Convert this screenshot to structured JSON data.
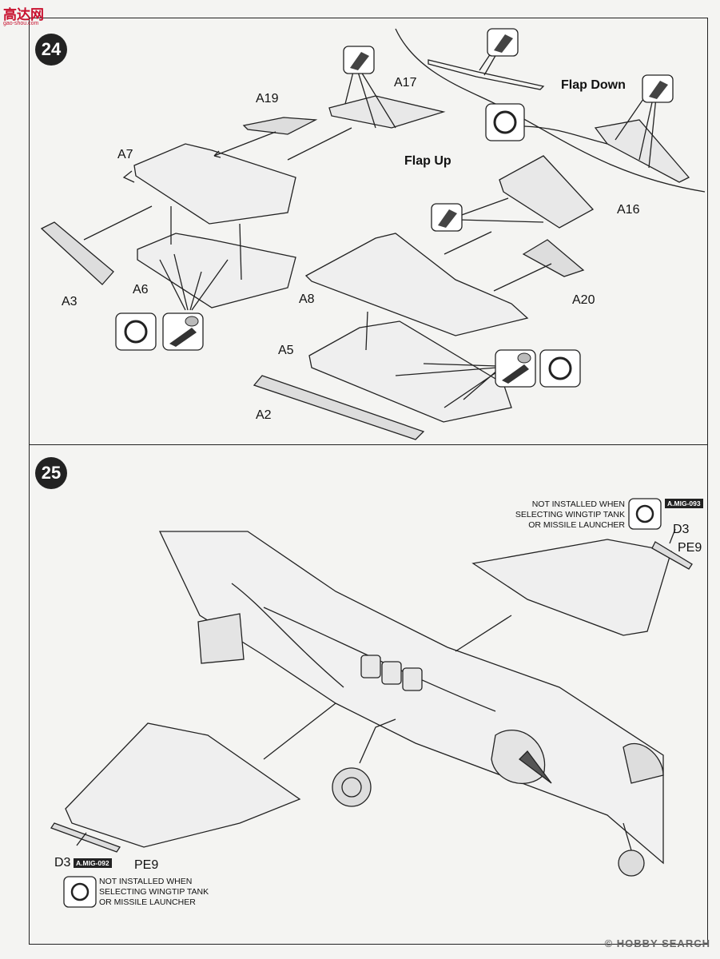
{
  "site_logo": "高达网",
  "site_logo_sub": "gao-shou.com",
  "watermark": "© HOBBY SEARCH",
  "steps": [
    {
      "number": "24",
      "labels": {
        "flap_down": "Flap Down",
        "flap_up": "Flap Up",
        "a19": "A19",
        "a17": "A17",
        "a7": "A7",
        "a16": "A16",
        "a6": "A6",
        "a3": "A3",
        "a8": "A8",
        "a20": "A20",
        "a5": "A5",
        "a2": "A2"
      }
    },
    {
      "number": "25",
      "note_right": [
        "NOT INSTALLED WHEN",
        "SELECTING WINGTIP TANK",
        "OR MISSILE LAUNCHER"
      ],
      "note_left": [
        "NOT INSTALLED WHEN",
        "SELECTING WINGTIP TANK",
        "OR MISSILE LAUNCHER"
      ],
      "ref_right": "A.MIG-093",
      "ref_left": "A.MIG-092",
      "labels": {
        "d3_right": "D3",
        "pe9_right": "PE9",
        "d3_left": "D3",
        "pe9_left": "PE9"
      }
    }
  ],
  "icons": [
    "glue-icon",
    "rotate-view-icon",
    "drill-holes-icon"
  ]
}
